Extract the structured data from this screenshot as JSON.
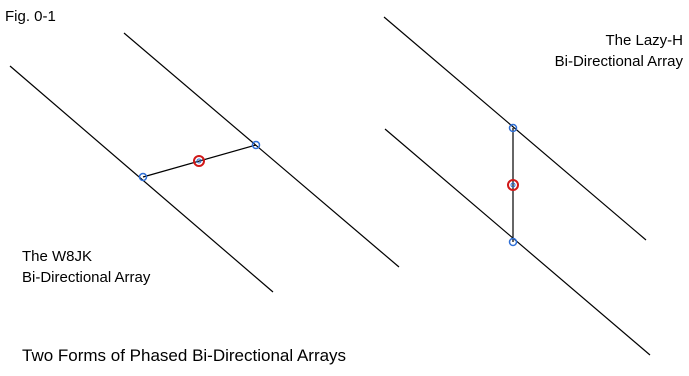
{
  "figure": {
    "number_label": "Fig. 0-1",
    "caption": "Two Forms of Phased Bi-Directional Arrays"
  },
  "w8jk": {
    "label_line1": "The W8JK",
    "label_line2": "Bi-Directional Array"
  },
  "lazy_h": {
    "label_line1": "The Lazy-H",
    "label_line2": "Bi-Directional Array"
  },
  "colors": {
    "background": "#ffffff",
    "element_line": "#000000",
    "connection_point": "#2f6fd6",
    "feed_point": "#d01818"
  }
}
